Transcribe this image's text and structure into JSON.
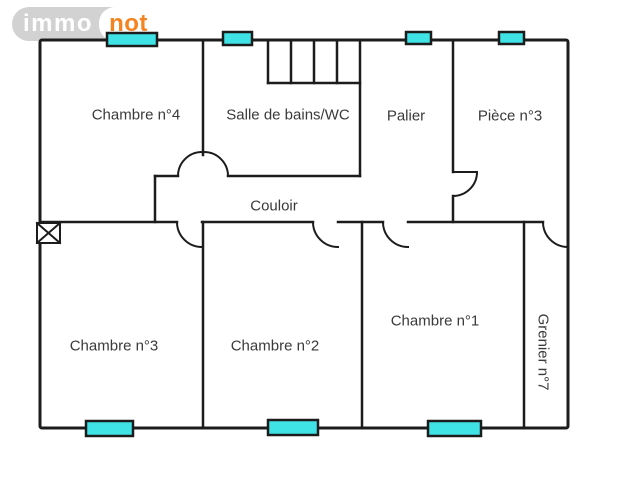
{
  "logo": {
    "part1": "immo",
    "part2": "not"
  },
  "colors": {
    "wall": "#1c1c1c",
    "window_fill": "#3fe3e6",
    "logo_gray": "#d2d2d2",
    "logo_orange": "#f5831f",
    "label_text": "#3a3a3a"
  },
  "rooms": [
    {
      "label": "Chambre n°4"
    },
    {
      "label": "Salle de bains/WC"
    },
    {
      "label": "Palier"
    },
    {
      "label": "Pièce n°3"
    },
    {
      "label": "Couloir"
    },
    {
      "label": "Chambre n°3"
    },
    {
      "label": "Chambre n°2"
    },
    {
      "label": "Chambre n°1"
    },
    {
      "label": "Grenier n°7"
    }
  ],
  "symbols": {
    "windows_count": 7,
    "doors_count": 7,
    "chimney": "flue-box-x"
  }
}
